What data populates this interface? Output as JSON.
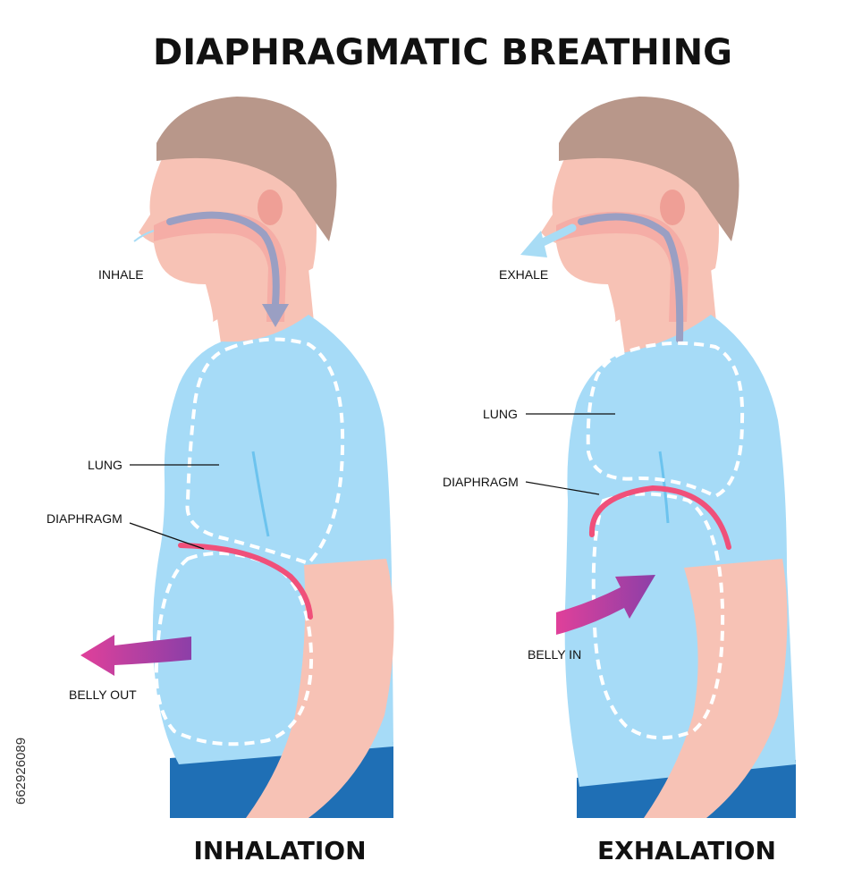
{
  "title": "DIAPHRAGMATIC BREATHING",
  "panels": [
    {
      "caption": "INHALATION",
      "labels": {
        "airflow": "INHALE",
        "lung": "LUNG",
        "diaphragm": "DIAPHRAGM",
        "belly": "BELLY OUT"
      }
    },
    {
      "caption": "EXHALATION",
      "labels": {
        "airflow": "EXHALE",
        "lung": "LUNG",
        "diaphragm": "DIAPHRAGM",
        "belly": "BELLY IN"
      }
    }
  ],
  "stock_id": "662926089",
  "colors": {
    "hair": "#b8978a",
    "skin": "#f7c2b5",
    "airway": "#f4a8a3",
    "shirt": "#a6dbf7",
    "shirt_shadow": "#6cc3ee",
    "pants": "#1f6fb5",
    "diaphragm": "#f0507a",
    "arrow_belly": "#b83fa0",
    "arrow_air_in": "#9a9fc3",
    "arrow_air_out": "#a8dcf5",
    "dashed_outline": "#ffffff"
  }
}
